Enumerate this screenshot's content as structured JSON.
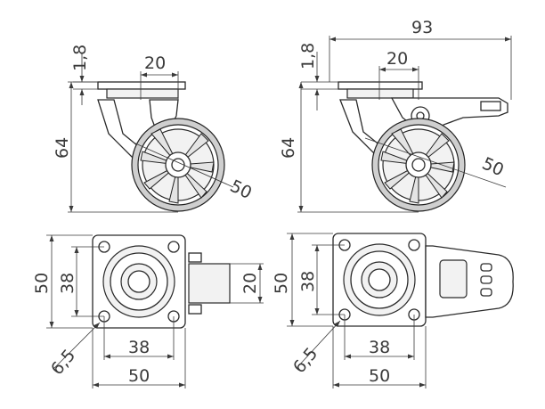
{
  "drawings": {
    "side_standard": {
      "plate_thickness": "1,8",
      "bracket_width": "20",
      "height": "64",
      "wheel_diameter": "50"
    },
    "side_brake": {
      "overall_length": "93",
      "plate_thickness": "1,8",
      "bracket_width": "20",
      "height": "64",
      "wheel_diameter": "50"
    },
    "top_standard": {
      "plate_height": "50",
      "hole_spacing_vertical": "38",
      "wheel_width": "20",
      "hole_diameter": "6,5",
      "hole_spacing_horizontal": "38",
      "plate_width": "50"
    },
    "top_brake": {
      "plate_height": "50",
      "hole_spacing_vertical": "38",
      "hole_diameter": "6,5",
      "hole_spacing_horizontal": "38",
      "plate_width": "50"
    }
  }
}
